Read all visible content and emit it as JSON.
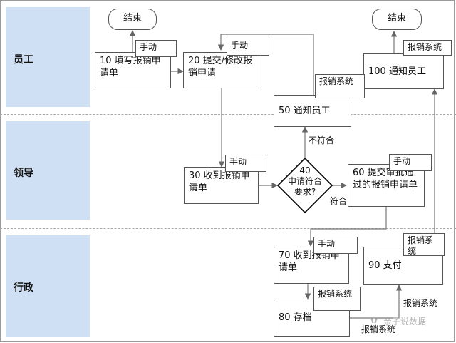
{
  "lanes": [
    {
      "label": "员工"
    },
    {
      "label": "领导"
    },
    {
      "label": "行政"
    }
  ],
  "nodes": {
    "end_left": "结束",
    "end_right": "结束",
    "n10": "10 填写报销申请单",
    "n20": "20 提交/修改报销申请",
    "n100": "100 通知员工",
    "n50": "50 通知员工",
    "n30": "30 收到报销申请单",
    "n40": "40\n申请符合\n要求?",
    "n60": "60 提交审批通过的报销申请单",
    "n70": "70 收到报销申请单",
    "n80": "80 存档",
    "n90": "90 支付"
  },
  "tags": {
    "t10": "手动",
    "t20": "手动",
    "t100": "报销系统",
    "t50": "报销系统",
    "t30": "手动",
    "t60": "手动",
    "t70": "手动",
    "t80": "报销系统",
    "t90": "报销系统"
  },
  "edge_labels": {
    "not_match": "不符合",
    "match": "符合",
    "sys_right": "报销系统",
    "sys_bottom": "报销系统"
  },
  "watermark": "亲子说数据"
}
